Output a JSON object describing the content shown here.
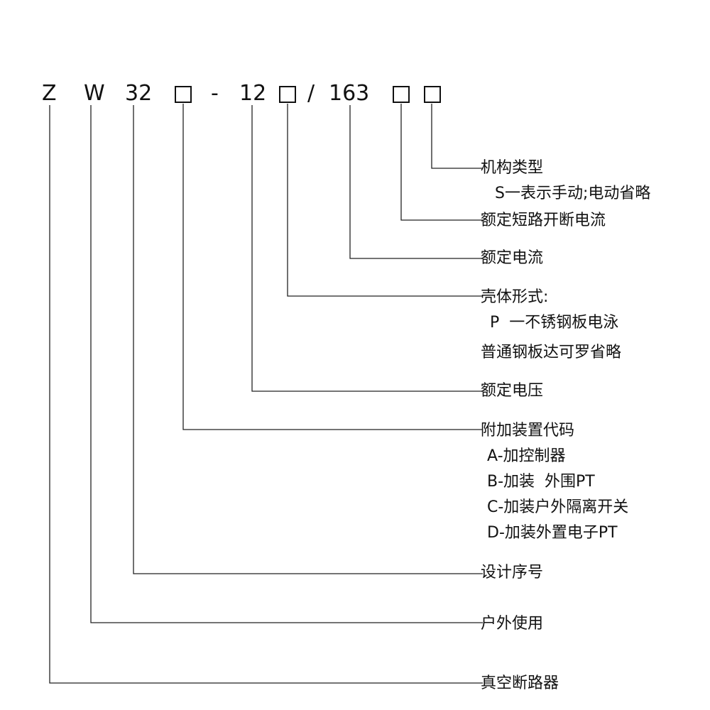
{
  "code": {
    "z": "Z",
    "w": "W",
    "series": "32",
    "dash": "-",
    "voltage": "12",
    "slash": "/",
    "current": "163"
  },
  "labels": {
    "mechanism": "机构类型",
    "mechanism_opt": "S一表示手动;电动省略",
    "short_circuit": "额定短路开断电流",
    "rated_current": "额定电流",
    "enclosure": "壳体形式:",
    "enclosure_p": "P  一不锈钢板电泳",
    "enclosure_default": "普通钢板达可罗省略",
    "rated_voltage": "额定电压",
    "accessory": "附加装置代码",
    "accessory_a": "A-加控制器",
    "accessory_b": "B-加装  外围PT",
    "accessory_c": "C-加装户外隔离开关",
    "accessory_d": "D-加装外置电子PT",
    "design_no": "设计序号",
    "outdoor": "户外使用",
    "vacuum": "真空断路器"
  }
}
